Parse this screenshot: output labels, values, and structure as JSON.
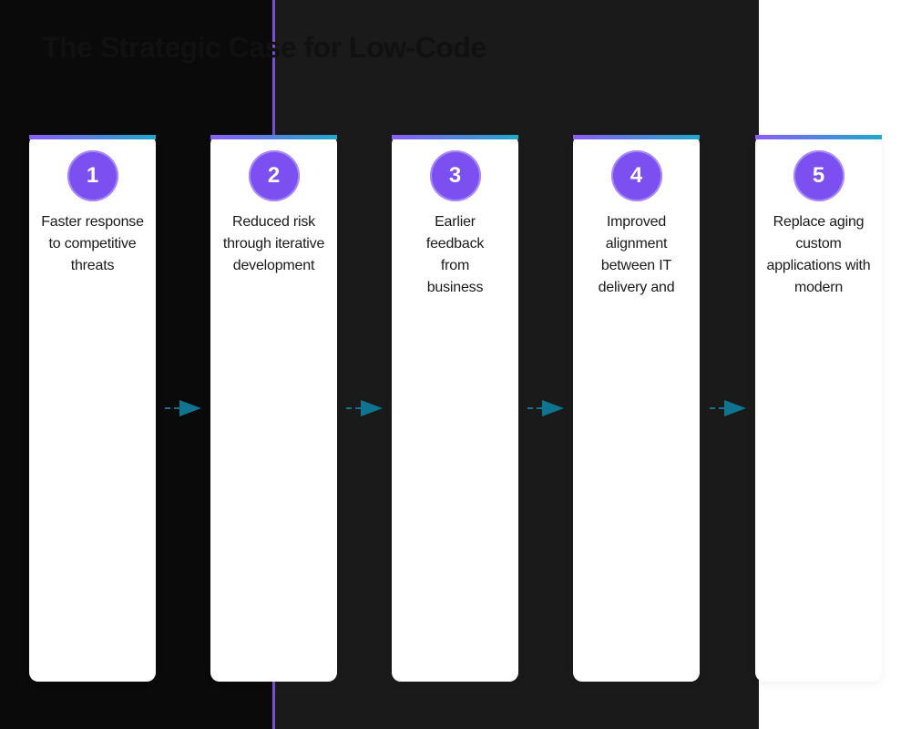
{
  "title": "The Strategic Case for Low-Code",
  "colors": {
    "accent_purple": "#7c4ff0",
    "accent_teal": "#1ea9c9",
    "arrow": "#0e7490"
  },
  "steps": [
    {
      "number": "1",
      "text": "Faster response to competitive threats"
    },
    {
      "number": "2",
      "text": "Reduced risk through iterative development"
    },
    {
      "number": "3",
      "text": "Earlier feedback from business"
    },
    {
      "number": "4",
      "text": "Improved alignment between IT delivery and"
    },
    {
      "number": "5",
      "text": "Replace aging custom applications with modern"
    }
  ],
  "connector_icon": "dashed-arrow-right-icon"
}
